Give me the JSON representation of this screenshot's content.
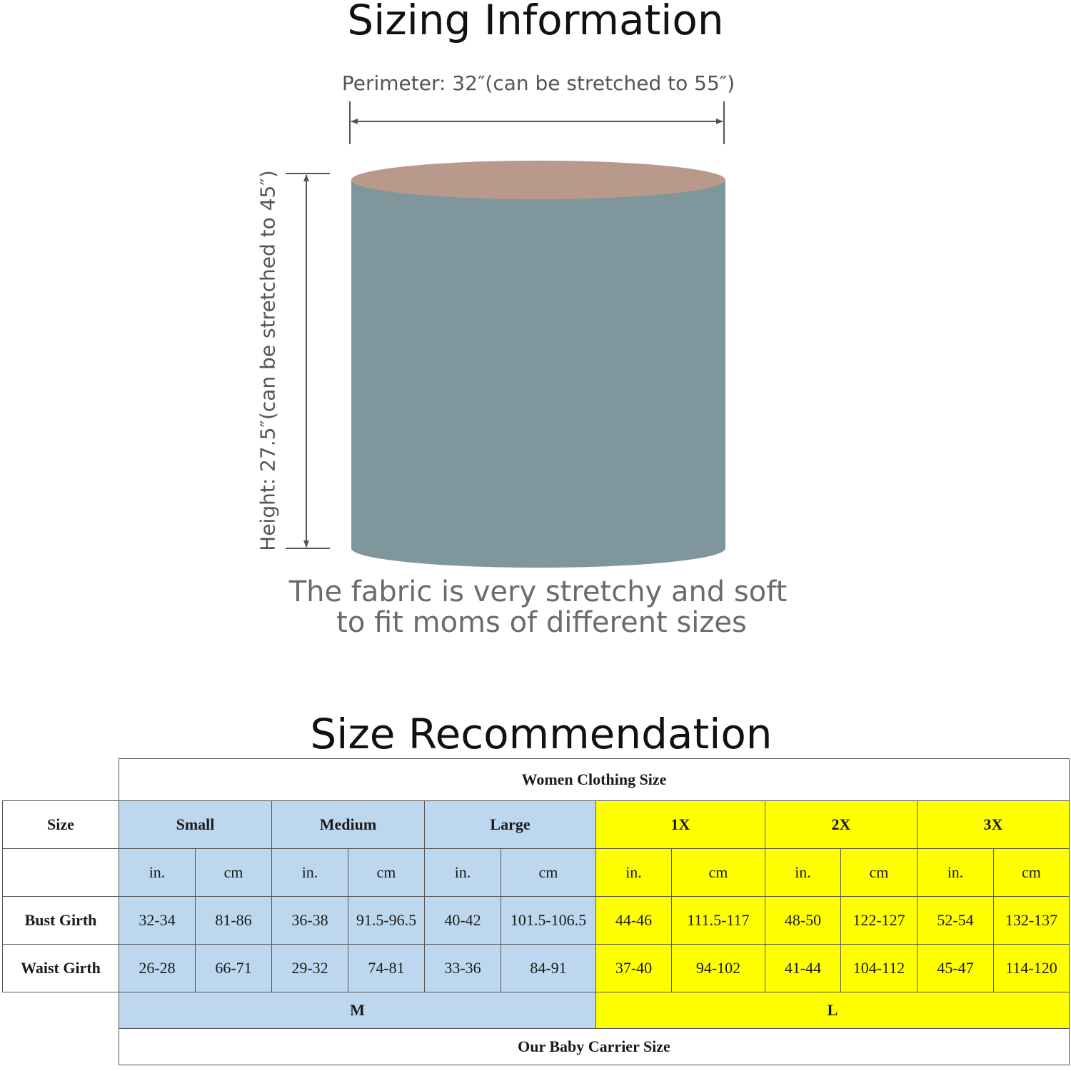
{
  "sizing_information": {
    "title": "Sizing Information",
    "perimeter_label": "Perimeter: 32″(can be stretched to 55″)",
    "height_label": "Height: 27.5″(can be stretched to 45″)",
    "tagline_line1": "The fabric is very stretchy and soft",
    "tagline_line2": "to fit moms of different sizes",
    "colors": {
      "tube_body": "#7f979c",
      "tube_top": "#ba998d",
      "dimension_lines": "#555555"
    }
  },
  "size_recommendation": {
    "title": "Size Recommendation",
    "women_header": "Women Clothing Size",
    "size_label": "Size",
    "sizes": [
      "Small",
      "Medium",
      "Large",
      "1X",
      "2X",
      "3X"
    ],
    "units": [
      "in.",
      "cm",
      "in.",
      "cm",
      "in.",
      "cm",
      "in.",
      "cm",
      "in.",
      "cm",
      "in.",
      "cm"
    ],
    "rows": [
      {
        "label": "Bust Girth",
        "values": [
          "32-34",
          "81-86",
          "36-38",
          "91.5-96.5",
          "40-42",
          "101.5-106.5",
          "44-46",
          "111.5-117",
          "48-50",
          "122-127",
          "52-54",
          "132-137"
        ]
      },
      {
        "label": "Waist Girth",
        "values": [
          "26-28",
          "66-71",
          "29-32",
          "74-81",
          "33-36",
          "84-91",
          "37-40",
          "94-102",
          "41-44",
          "104-112",
          "45-47",
          "114-120"
        ]
      }
    ],
    "carrier_sizes": [
      "M",
      "L"
    ],
    "carrier_footer": "Our Baby Carrier Size",
    "colors": {
      "blue": "#bdd7ee",
      "yellow": "#ffff00"
    }
  }
}
